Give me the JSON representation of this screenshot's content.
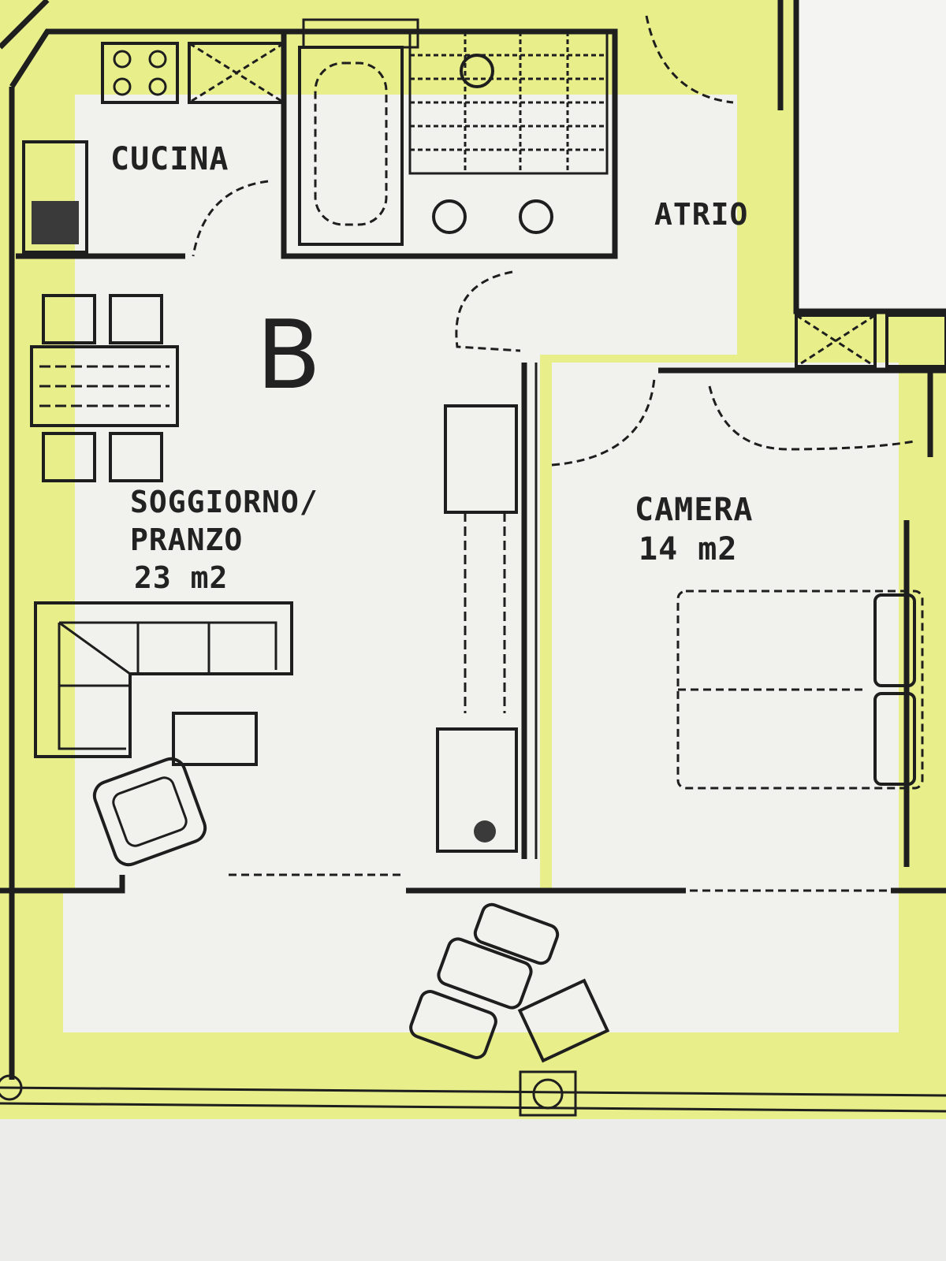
{
  "plan": {
    "unit_letter": "B",
    "rooms": {
      "kitchen": "CUCINA",
      "hall": "ATRIO",
      "living_line1": "SOGGIORNO/",
      "living_line2": "PRANZO",
      "living_area": "23 m2",
      "bedroom": "CAMERA",
      "bedroom_area": "14 m2"
    },
    "colors": {
      "highlight": "#e8ee8a",
      "floor": "#f1f1ee",
      "outside": "#ececea",
      "ink": "#1e1e1e"
    }
  }
}
